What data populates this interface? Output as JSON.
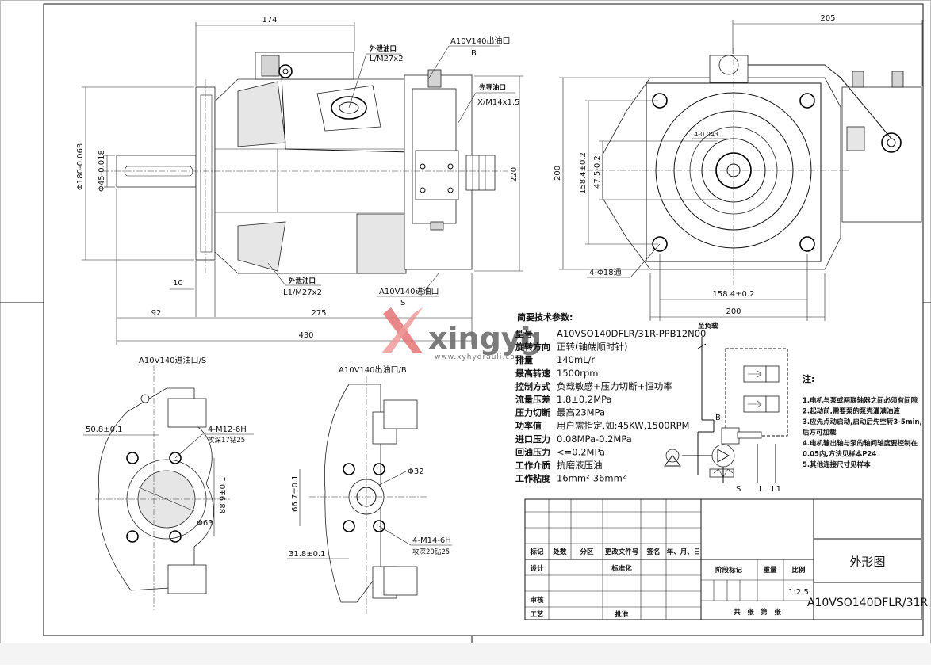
{
  "colors": {
    "line": "#111111",
    "watermark": "#e57373",
    "watermark_text": "#6d6d6d"
  },
  "dims": {
    "top_174": "174",
    "top_205": "205",
    "d180": "Φ180-0.063",
    "d45": "Φ45-0.018",
    "h220": "220",
    "h200": "200",
    "d158": "158.4±0.2",
    "d47": "47.5-0.2",
    "dim14": "14-0.043",
    "holes": "4-Φ18通",
    "b158": "158.4±0.2",
    "b200": "200",
    "d10": "10",
    "d92": "92",
    "d275": "275",
    "d430": "430",
    "s508": "50.8±0.1",
    "sm12": "4-M12-6H",
    "sm12b": "攻深17钻25",
    "s889": "88.9±0.1",
    "s63": "Φ63",
    "b32": "Φ32",
    "b667": "66.7±0.1",
    "bm14": "4-M14-6H",
    "bm14b": "攻深20钻25",
    "b318": "31.8±0.1"
  },
  "callouts": {
    "port_l_name": "外泄油口",
    "port_l_code": "L/M27x2",
    "port_b_name": "A10V140出油口",
    "port_b_code": "B",
    "pilot_name": "先导油口",
    "pilot_code": "X/M14x1.5",
    "port_l1_name": "外泄油口",
    "port_l1_code": "L1/M27x2",
    "port_s_name": "A10V140进油口",
    "port_s_code": "S"
  },
  "views": {
    "s_title": "A10V140进油口/S",
    "b_title": "A10V140出油口/B"
  },
  "watermark": {
    "brand": "xingyi",
    "brand_tail": "g",
    "url": "www.xyhydrauli.com"
  },
  "specs": {
    "heading": "简要技术参数:",
    "rows": [
      {
        "k": "型号",
        "v": "A10VSO140DFLR/31R-PPB12N00"
      },
      {
        "k": "旋转方向",
        "v": "正转(轴端顺时针)"
      },
      {
        "k": "排量",
        "v": "140mL/r"
      },
      {
        "k": "最高转速",
        "v": "1500rpm"
      },
      {
        "k": "控制方式",
        "v": "负载敏感+压力切断+恒功率"
      },
      {
        "k": "流量压差",
        "v": "1.8±0.2MPa"
      },
      {
        "k": "压力切断",
        "v": "最高23MPa"
      },
      {
        "k": "功率值",
        "v": "用户需指定,如:45KW,1500RPM"
      },
      {
        "k": "进口压力",
        "v": "0.08MPa-0.2MPa"
      },
      {
        "k": "回油压力",
        "v": "<=0.2MPa"
      },
      {
        "k": "工作介质",
        "v": "抗磨液压油"
      },
      {
        "k": "工作粘度",
        "v": "16mm²-36mm²"
      }
    ]
  },
  "schematic": {
    "title": "至负载",
    "port_b": "B",
    "port_s": "S",
    "port_l": "L",
    "port_l1": "L1"
  },
  "notes": {
    "heading": "注:",
    "items": [
      "1.电机与泵或两联轴器之间必须有间隙",
      "2.起动前,需要泵的泵壳灌满油液",
      "3.应先点动启动,启动后先空转3-5min,",
      "后方可加载",
      "4.电机输出轴与泵的轴间轴度要控制在",
      "0.05内,方法见样本P24",
      "5.其他连接尺寸见样本"
    ]
  },
  "title_block": {
    "headers": [
      "标记",
      "处数",
      "分区",
      "更改文件号",
      "签名",
      "年、月、日"
    ],
    "design": "设计",
    "std": "标准化",
    "review": "审核",
    "craft": "工艺",
    "approve": "批准",
    "stage": "阶段标记",
    "weight": "重量",
    "scale": "比例",
    "scale_val": "1:2.5",
    "sheets": "共　张　第　张",
    "drawing_name": "外形图",
    "model": "A10VSO140DFLR/31R"
  }
}
